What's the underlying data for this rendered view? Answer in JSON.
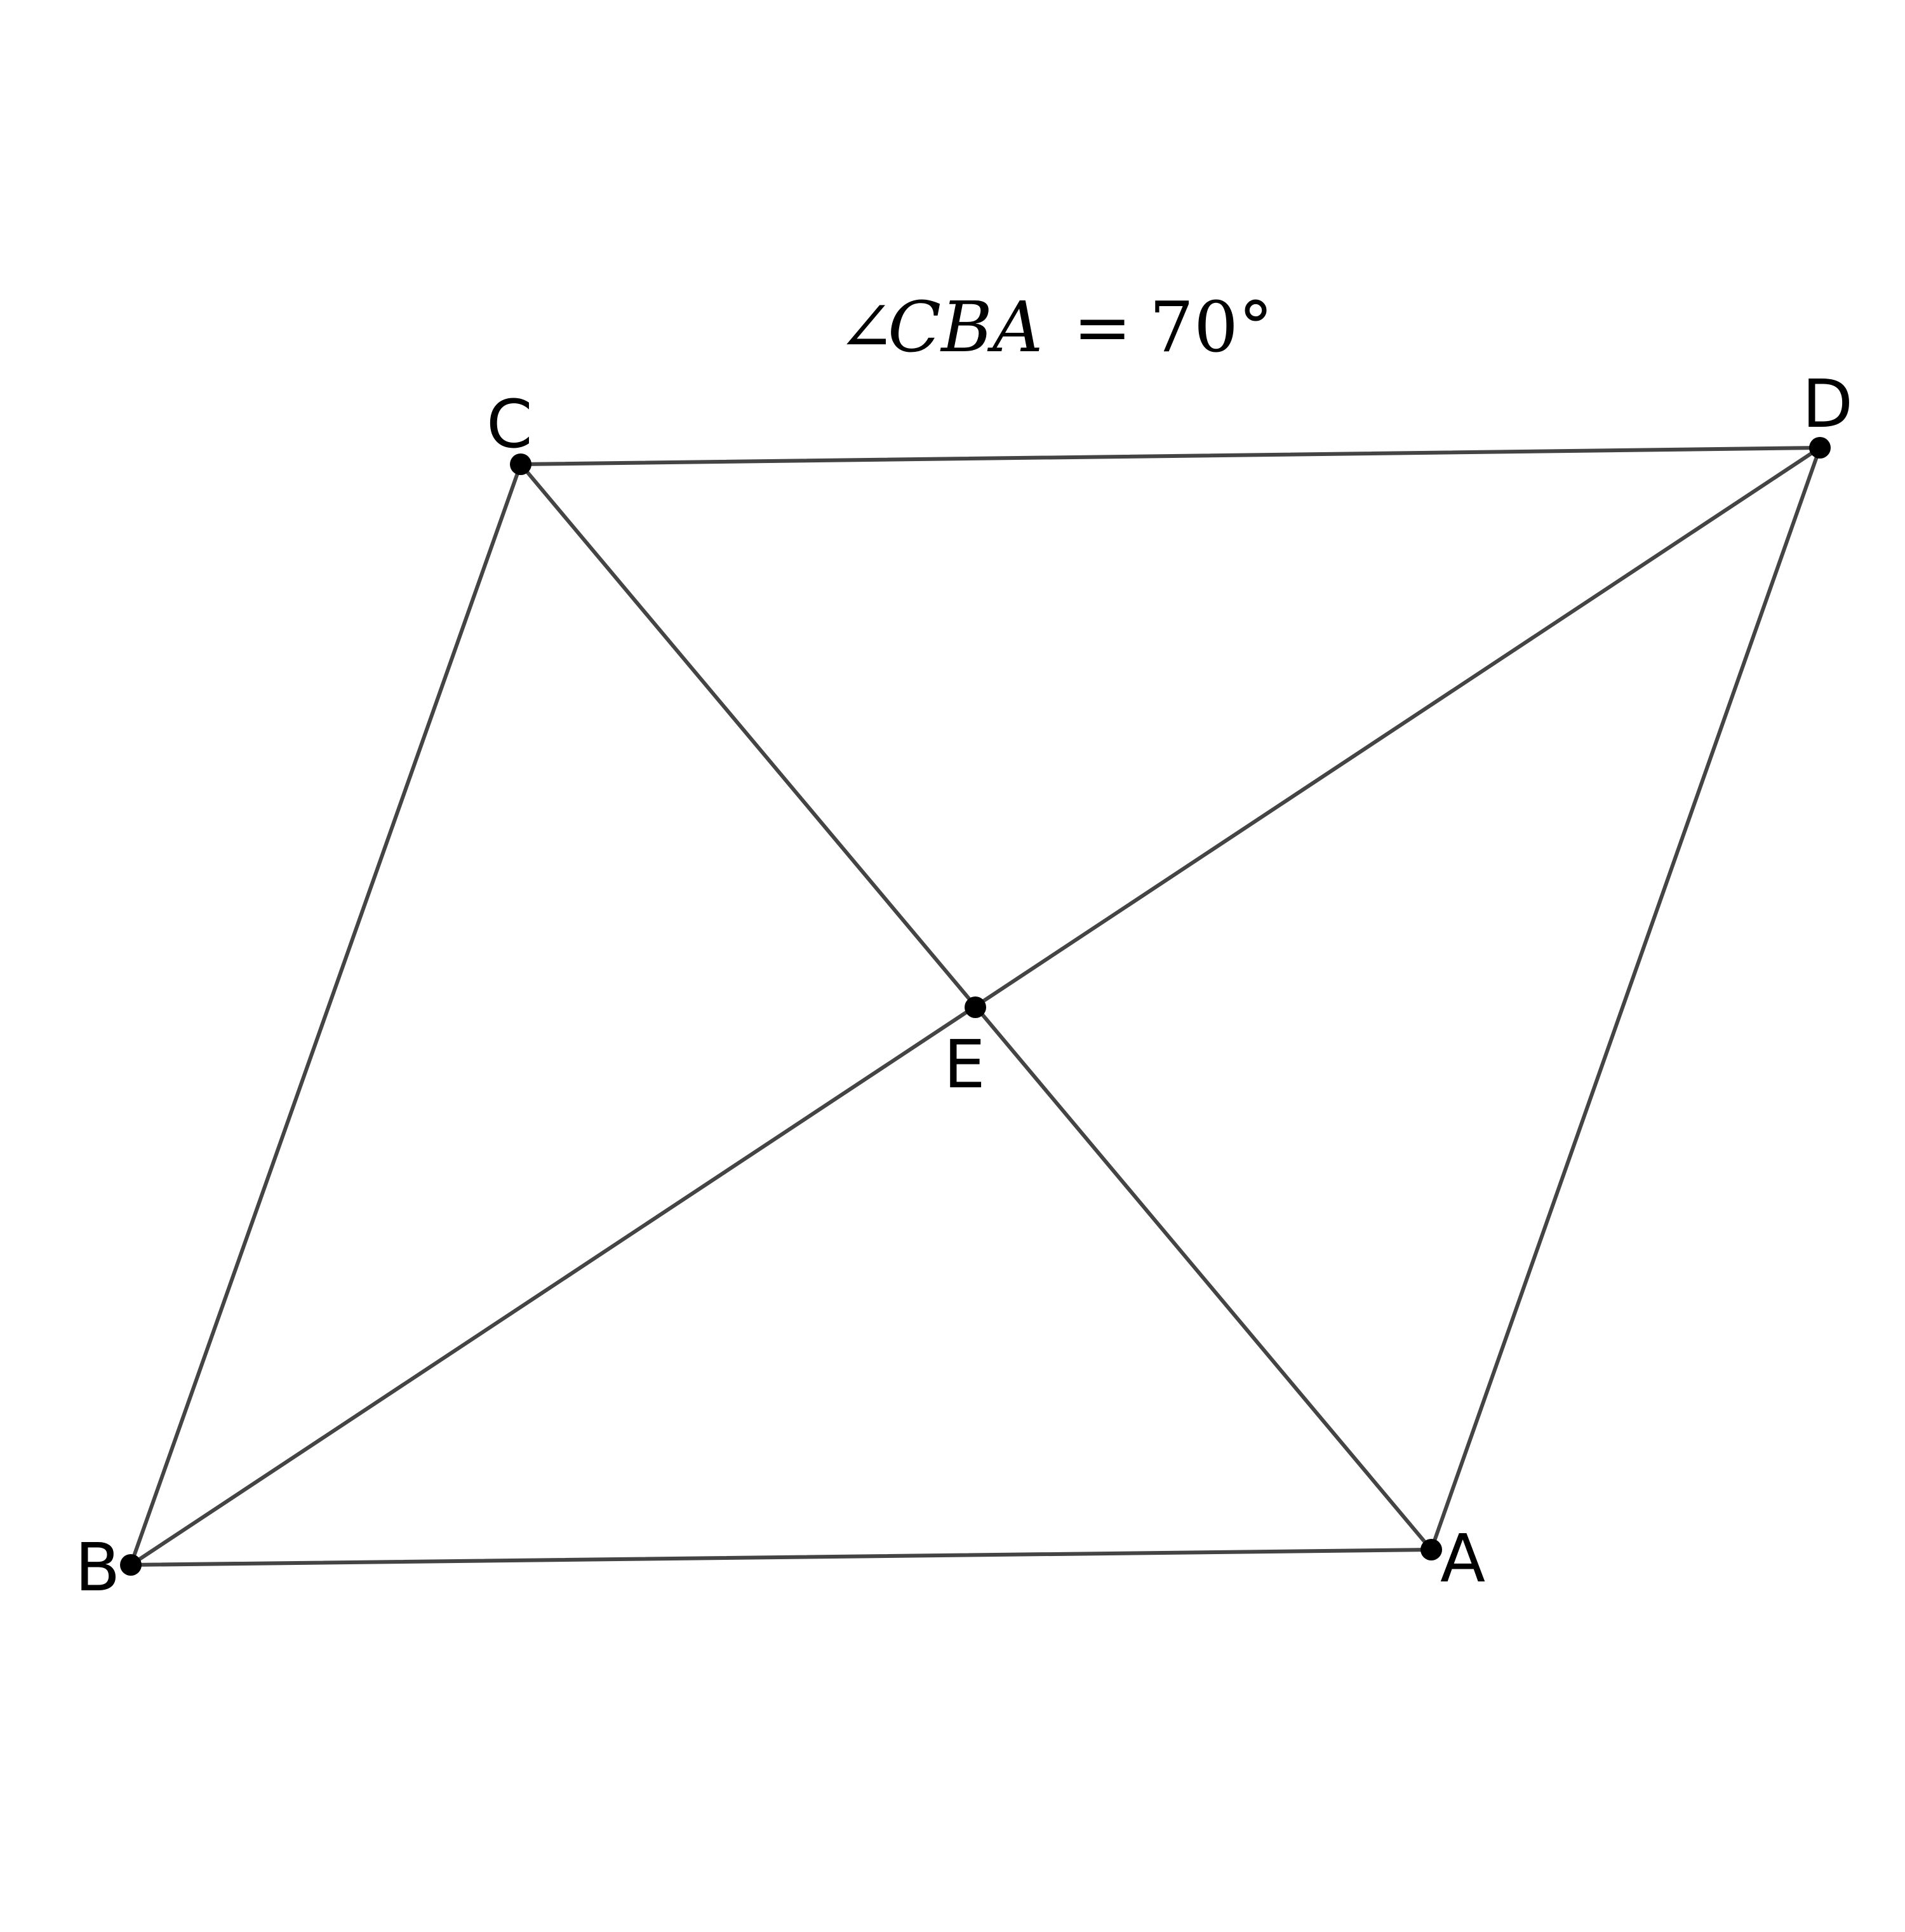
{
  "annotation": {
    "angle_symbol": "∠",
    "angle_name": "CBA",
    "equals": "=",
    "value": "70°"
  },
  "points": {
    "A": "A",
    "B": "B",
    "C": "C",
    "D": "D",
    "E": "E"
  },
  "segments": [
    "BA",
    "AD",
    "DC",
    "CB",
    "CA",
    "BD"
  ],
  "colors": {
    "stroke": "#444444",
    "point": "#000000",
    "background": "#ffffff"
  }
}
